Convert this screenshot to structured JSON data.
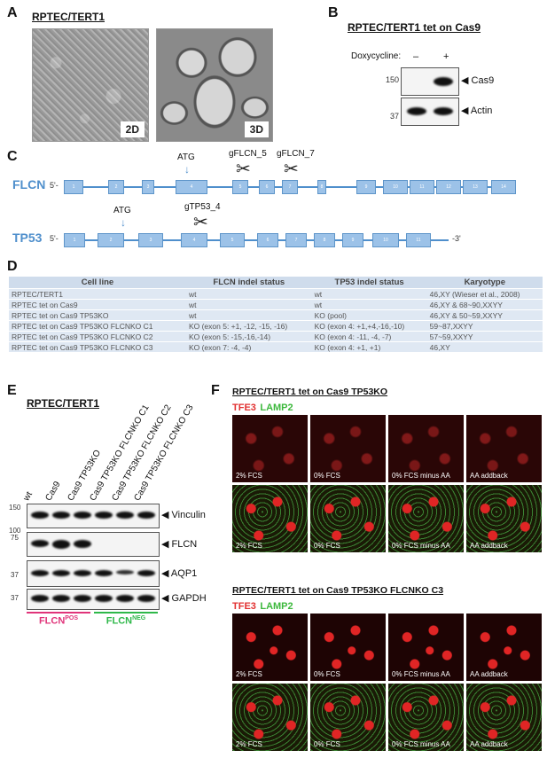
{
  "panelA": {
    "label": "A",
    "title": "RPTEC/TERT1",
    "images": [
      {
        "tag": "2D"
      },
      {
        "tag": "3D"
      }
    ]
  },
  "panelB": {
    "label": "B",
    "title": "RPTEC/TERT1 tet on Cas9",
    "treatment_label": "Doxycycline:",
    "minus": "–",
    "plus": "+",
    "blots": [
      {
        "marker": "150",
        "protein": "Cas9"
      },
      {
        "marker": "37",
        "protein": "Actin"
      }
    ]
  },
  "panelC": {
    "label": "C",
    "five_prime": "5'-",
    "three_prime": "-3'",
    "atg": "ATG",
    "flcn": {
      "name": "FLCN",
      "exons": [
        "1",
        "2",
        "3",
        "4",
        "5",
        "6",
        "7",
        "8",
        "9",
        "10",
        "11",
        "12",
        "13",
        "14"
      ],
      "guides": [
        "gFLCN_5",
        "gFLCN_7"
      ]
    },
    "tp53": {
      "name": "TP53",
      "exons": [
        "1",
        "2",
        "3",
        "4",
        "5",
        "6",
        "7",
        "8",
        "9",
        "10",
        "11"
      ],
      "guides": [
        "gTP53_4"
      ]
    }
  },
  "panelD": {
    "label": "D",
    "headers": [
      "Cell line",
      "FLCN indel status",
      "TP53 indel status",
      "Karyotype"
    ],
    "rows": [
      [
        "RPTEC/TERT1",
        "wt",
        "wt",
        "46,XY (Wieser et al., 2008)"
      ],
      [
        "RPTEC tet on Cas9",
        "wt",
        "wt",
        "46,XY & 68~90,XXYY"
      ],
      [
        "RPTEC tet on Cas9 TP53KO",
        "wt",
        "KO (pool)",
        "46,XY & 50~59,XXYY"
      ],
      [
        "RPTEC tet on Cas9 TP53KO FLCNKO C1",
        "KO (exon 5: +1, -12, -15, -16)",
        "KO (exon 4: +1,+4,-16,-10)",
        "59~87,XXYY"
      ],
      [
        "RPTEC tet on Cas9 TP53KO FLCNKO C2",
        "KO (exon 5: -15,-16,-14)",
        "KO (exon 4: -11, -4, -7)",
        "57~59,XXYY"
      ],
      [
        "RPTEC tet on Cas9 TP53KO FLCNKO C3",
        "KO (exon 7: -4, -4)",
        "KO (exon 4: +1, +1)",
        "46,XY"
      ]
    ]
  },
  "panelE": {
    "label": "E",
    "title": "RPTEC/TERT1",
    "lanes": [
      "wt",
      "Cas9",
      "Cas9 TP53KO",
      "Cas9 TP53KO FLCNKO C1",
      "Cas9 TP53KO FLCNKO C2",
      "Cas9 TP53KO FLCNKO C3"
    ],
    "blots": [
      {
        "markers": [
          "150",
          "100"
        ],
        "protein": "Vinculin"
      },
      {
        "markers": [
          "75"
        ],
        "protein": "FLCN"
      },
      {
        "markers": [
          "37"
        ],
        "protein": "AQP1"
      },
      {
        "markers": [
          "37"
        ],
        "protein": "GAPDH"
      }
    ],
    "group_pos": "FLCNPOS",
    "group_neg": "FLCNNEG",
    "color_pos": "#e0347a",
    "color_neg": "#2fb84a"
  },
  "panelF": {
    "label": "F",
    "title1": "RPTEC/TERT1 tet on Cas9 TP53KO",
    "title2": "RPTEC/TERT1 tet on Cas9 TP53KO FLCNKO C3",
    "legend_red": "TFE3",
    "legend_green": "LAMP2",
    "conditions": [
      "2% FCS",
      "0% FCS",
      "0% FCS minus AA",
      "AA addback"
    ]
  }
}
